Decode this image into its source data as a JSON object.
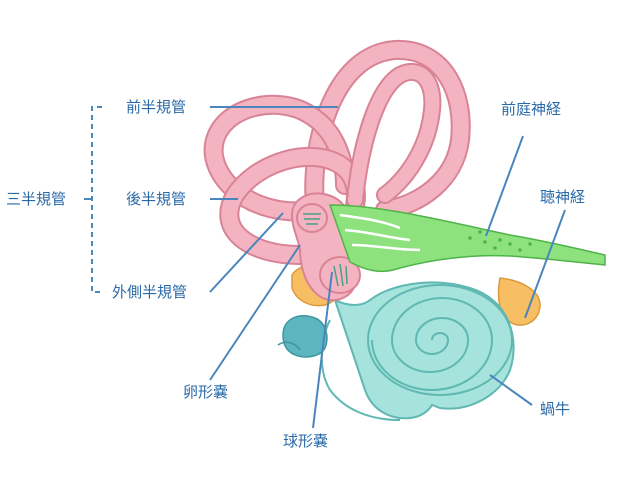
{
  "labels": {
    "semicircular_canals": "三半規管",
    "anterior_canal": "前半規管",
    "posterior_canal": "後半規管",
    "lateral_canal": "外側半規管",
    "utricle": "卵形嚢",
    "saccule": "球形嚢",
    "vestibular_nerve": "前庭神経",
    "cochlear_nerve": "聴神経",
    "cochlea": "蝸牛"
  },
  "colors": {
    "canal_fill": "#f4b3c0",
    "canal_stroke": "#d98496",
    "nerve_fill": "#8ee27e",
    "nerve_stroke": "#4fb34a",
    "cochlea_fill": "#a6e3dd",
    "cochlea_stroke": "#5fb8b1",
    "orange": "#f7be63",
    "label_text": "#2b6aa8",
    "leader_line": "#4a86bd",
    "blue_structure": "#5cb6bf"
  }
}
